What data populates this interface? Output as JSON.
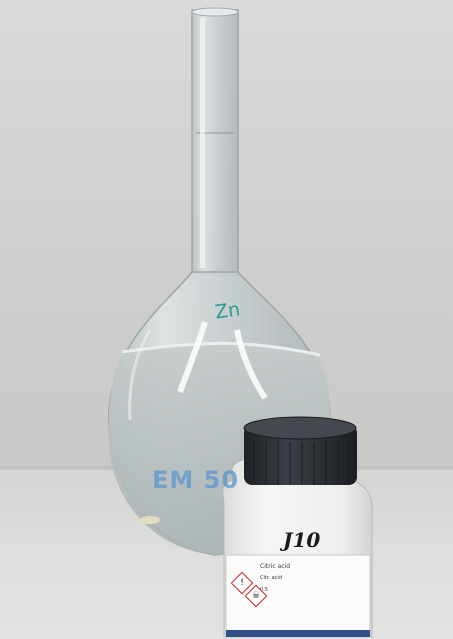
{
  "photo": {
    "handwritten_bottle_label": "J10",
    "flask_marking": "Zn",
    "flask_brand_text": "EM 50",
    "bottle_label_lines": [
      "Citric acid",
      "Citr. acid",
      "0.5"
    ],
    "hazard_icons": [
      "exclamation-icon",
      "corrosion-icon"
    ],
    "colors": {
      "wall": "#d2d2d0",
      "bench": "#dcdcda",
      "glass": "#c9cfcf",
      "cap": "#2b2f33",
      "bottle": "#f3f3f1",
      "flask_mark": "#5a96cd",
      "zn_mark": "#2a9a94"
    }
  }
}
